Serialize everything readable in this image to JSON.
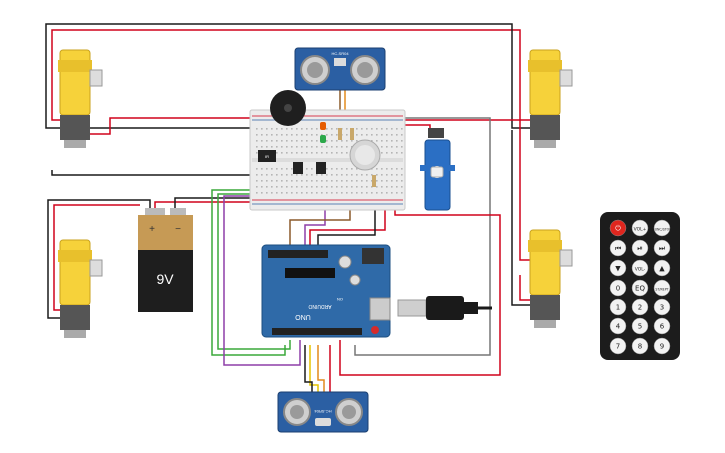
{
  "colors": {
    "red_wire": "#d0021b",
    "black_wire": "#1a1a1a",
    "green_wire": "#3aa83a",
    "purple_wire": "#8e3fa8",
    "orange_wire": "#e28a1d",
    "brown_wire": "#8b5a2b",
    "yellow_wire": "#e6c300",
    "gray_wire": "#777777",
    "motor_yellow": "#f6d23a",
    "arduino_blue": "#2f6aa8",
    "sensor_blue": "#2b5fa3",
    "remote_body": "#1c1c1c"
  },
  "battery": {
    "label": "9V",
    "plus": "+",
    "minus": "−"
  },
  "arduino": {
    "brand": "UNO",
    "sub": "ARDUINO",
    "on_label": "ON"
  },
  "ultrasonic_top": {
    "label": "HC-SR04"
  },
  "ultrasonic_bottom": {
    "label": "HC-SR04"
  },
  "ir_receiver": {
    "label": "IR"
  },
  "remote": {
    "buttons": [
      {
        "text": "⏻",
        "kind": "power"
      },
      {
        "text": "VOL+"
      },
      {
        "text": "FUNC/STOP"
      },
      {
        "text": "⏮"
      },
      {
        "text": "⏯"
      },
      {
        "text": "⏭"
      },
      {
        "text": "▼"
      },
      {
        "text": "VOL-"
      },
      {
        "text": "▲"
      },
      {
        "text": "0"
      },
      {
        "text": "EQ"
      },
      {
        "text": "ST/REPT"
      },
      {
        "text": "1"
      },
      {
        "text": "2"
      },
      {
        "text": "3"
      },
      {
        "text": "4"
      },
      {
        "text": "5"
      },
      {
        "text": "6"
      },
      {
        "text": "7"
      },
      {
        "text": "8"
      },
      {
        "text": "9"
      }
    ]
  }
}
